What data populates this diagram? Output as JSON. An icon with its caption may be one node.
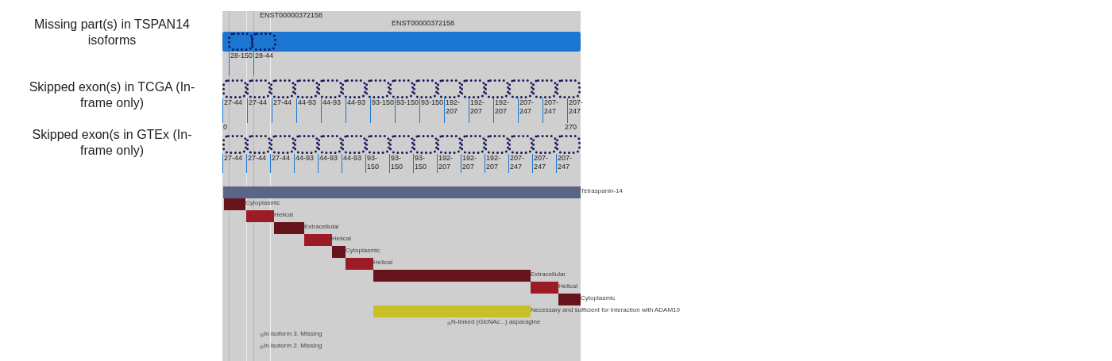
{
  "diagram": {
    "nodes": [
      {
        "text": [],
        "shape": "bar",
        "beside": [
          "ENST00000372158"
        ]
      },
      {
        "text": [],
        "shape": "box",
        "in": 0,
        "beside": [
          "28-150"
        ]
      },
      {
        "text": [],
        "shape": "box",
        "in": 0,
        "beside": [
          "28-44"
        ]
      },
      {
        "text": [],
        "shape": "box",
        "beside": [
          "27-44"
        ]
      },
      {
        "text": [],
        "shape": "box",
        "beside": [
          "27-44"
        ]
      },
      {
        "text": [],
        "shape": "box",
        "beside": [
          "27-44"
        ]
      },
      {
        "text": [],
        "shape": "box",
        "beside": [
          "44-93"
        ]
      },
      {
        "text": [],
        "shape": "box",
        "beside": [
          "44-93"
        ]
      },
      {
        "text": [],
        "shape": "box",
        "beside": [
          "44-93"
        ]
      },
      {
        "text": [],
        "shape": "box",
        "beside": [
          "93-150"
        ]
      },
      {
        "text": [],
        "shape": "box",
        "beside": [
          "93-150"
        ]
      },
      {
        "text": [],
        "shape": "box",
        "beside": [
          "93-150"
        ]
      },
      {
        "text": [],
        "shape": "box",
        "beside": [
          "192-207"
        ]
      },
      {
        "text": [],
        "shape": "box",
        "beside": [
          "192-207"
        ]
      },
      {
        "text": [],
        "shape": "box",
        "beside": [
          "192-207"
        ]
      },
      {
        "text": [],
        "shape": "box",
        "beside": [
          "207-247"
        ]
      },
      {
        "text": [],
        "shape": "box",
        "beside": [
          "207-247"
        ]
      },
      {
        "text": [],
        "shape": "box",
        "beside": [
          "207-247"
        ]
      },
      {
        "text": [],
        "shape": "box",
        "beside": [
          "27-44"
        ]
      },
      {
        "text": [],
        "shape": "box",
        "beside": [
          "27-44"
        ]
      },
      {
        "text": [],
        "shape": "box",
        "beside": [
          "27-44"
        ]
      },
      {
        "text": [],
        "shape": "box",
        "beside": [
          "44-93"
        ]
      },
      {
        "text": [],
        "shape": "box",
        "beside": [
          "44-93"
        ]
      },
      {
        "text": [],
        "shape": "box",
        "beside": [
          "44-93"
        ]
      },
      {
        "text": [],
        "shape": "box",
        "beside": [
          "93-150"
        ]
      },
      {
        "text": [],
        "shape": "box",
        "beside": [
          "93-150"
        ]
      },
      {
        "text": [],
        "shape": "box",
        "beside": [
          "93-150"
        ]
      },
      {
        "text": [],
        "shape": "box",
        "beside": [
          "192-207"
        ]
      },
      {
        "text": [],
        "shape": "box",
        "beside": [
          "192-207"
        ]
      },
      {
        "text": [],
        "shape": "box",
        "beside": [
          "192-207"
        ]
      },
      {
        "text": [],
        "shape": "box",
        "beside": [
          "207-247"
        ]
      },
      {
        "text": [],
        "shape": "box",
        "beside": [
          "207-247"
        ]
      },
      {
        "text": [],
        "shape": "box",
        "beside": [
          "207-247"
        ]
      },
      {
        "text": [],
        "shape": "bar",
        "beside": [
          "Tetraspanin-14"
        ]
      },
      {
        "text": [],
        "shape": "bar",
        "beside": [
          "Cytoplasmic"
        ]
      },
      {
        "text": [],
        "shape": "bar",
        "beside": [
          "Helical"
        ]
      },
      {
        "text": [],
        "shape": "bar",
        "beside": [
          "Extracellular"
        ]
      },
      {
        "text": [],
        "shape": "bar",
        "beside": [
          "Helical"
        ]
      },
      {
        "text": [],
        "shape": "bar",
        "beside": [
          "Cytoplasmic"
        ]
      },
      {
        "text": [],
        "shape": "bar",
        "beside": [
          "Helical"
        ]
      },
      {
        "text": [],
        "shape": "bar",
        "beside": [
          "Extracellular"
        ]
      },
      {
        "text": [],
        "shape": "bar",
        "beside": [
          "Helical"
        ]
      },
      {
        "text": [],
        "shape": "bar",
        "beside": [
          "Cytoplasmic"
        ]
      },
      {
        "text": [],
        "shape": "bar",
        "beside": [
          "Necessary and sufficient for interaction with ADAM10"
        ]
      },
      {
        "text": [],
        "shape": "circle",
        "beside": [
          "N-linked (GlcNAc...) asparagine"
        ]
      },
      {
        "text": [],
        "shape": "circle",
        "beside": [
          "In isoform 3. Missing"
        ]
      },
      {
        "text": [],
        "shape": "circle",
        "beside": [
          "In isoform 2. Missing"
        ]
      }
    ],
    "labels": [
      "Missing part(s) in TSPAN14 isoforms",
      "ENST00000372158",
      "Skipped exon(s) in TCGA (In-frame only)",
      "0",
      "270",
      "Skipped exon(s in GTEx (In-frame only)"
    ]
  }
}
